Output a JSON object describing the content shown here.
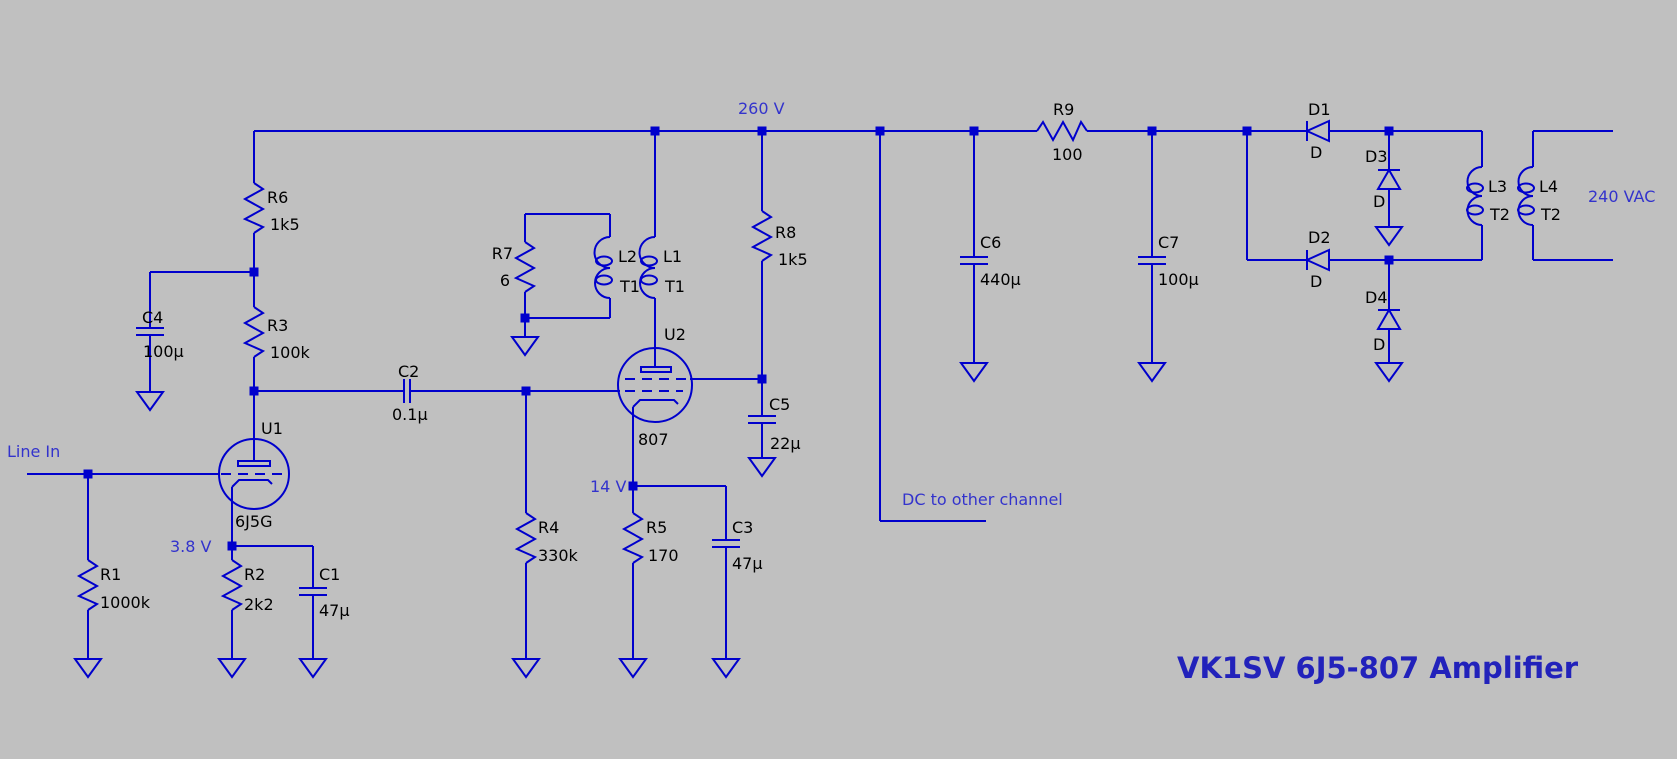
{
  "schematic": {
    "title": "VK1SV 6J5-807 Amplifier",
    "net_labels": {
      "b_plus": "260 V",
      "line_in": "Line In",
      "u1_cathode_v": "3.8 V",
      "u2_cathode_v": "14 V",
      "dc_tap": "DC to other channel",
      "mains": "240 VAC"
    },
    "components": {
      "R1": {
        "ref": "R1",
        "value": "1000k"
      },
      "R2": {
        "ref": "R2",
        "value": "2k2"
      },
      "R3": {
        "ref": "R3",
        "value": "100k"
      },
      "R4": {
        "ref": "R4",
        "value": "330k"
      },
      "R5": {
        "ref": "R5",
        "value": "170"
      },
      "R6": {
        "ref": "R6",
        "value": "1k5"
      },
      "R7": {
        "ref": "R7",
        "value": "6"
      },
      "R8": {
        "ref": "R8",
        "value": "1k5"
      },
      "R9": {
        "ref": "R9",
        "value": "100"
      },
      "C1": {
        "ref": "C1",
        "value": "47µ"
      },
      "C2": {
        "ref": "C2",
        "value": "0.1µ"
      },
      "C3": {
        "ref": "C3",
        "value": "47µ"
      },
      "C4": {
        "ref": "C4",
        "value": "100µ"
      },
      "C5": {
        "ref": "C5",
        "value": "22µ"
      },
      "C6": {
        "ref": "C6",
        "value": "440µ"
      },
      "C7": {
        "ref": "C7",
        "value": "100µ"
      },
      "U1": {
        "ref": "U1",
        "value": "6J5G"
      },
      "U2": {
        "ref": "U2",
        "value": "807"
      },
      "L1": {
        "ref": "L1",
        "value": "T1"
      },
      "L2": {
        "ref": "L2",
        "value": "T1"
      },
      "L3": {
        "ref": "L3",
        "value": "T2"
      },
      "L4": {
        "ref": "L4",
        "value": "T2"
      },
      "D1": {
        "ref": "D1",
        "value": "D"
      },
      "D2": {
        "ref": "D2",
        "value": "D"
      },
      "D3": {
        "ref": "D3",
        "value": "D"
      },
      "D4": {
        "ref": "D4",
        "value": "D"
      }
    },
    "colors": {
      "background": "#c0c0c0",
      "wire": "#0000cc",
      "component_text": "#000000",
      "net_text": "#3333cc",
      "title_text": "#2222bb"
    }
  }
}
